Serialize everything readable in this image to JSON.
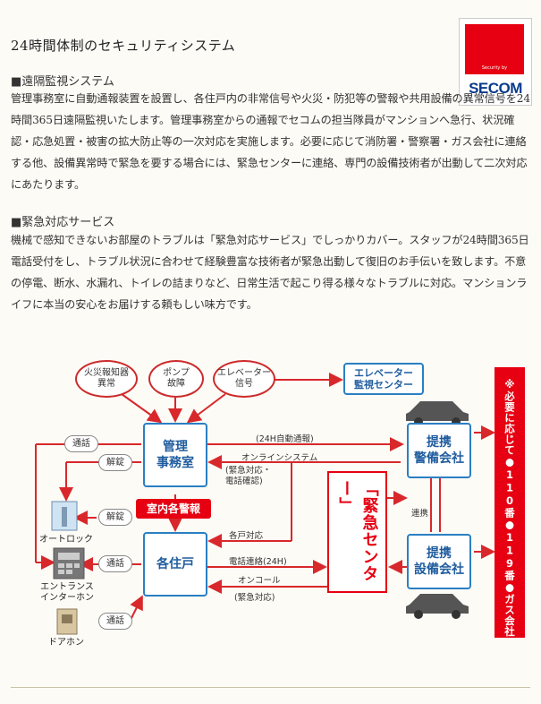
{
  "header": {
    "title": "24時間体制のセキュリティシステム",
    "logo_brand": "SECOM",
    "logo_tagline": "Security by"
  },
  "sections": [
    {
      "heading": "■遠隔監視システム",
      "body": "管理事務室に自動通報装置を設置し、各住戸内の非常信号や火災・防犯等の警報や共用設備の異常信号を24時間365日遠隔監視いたします。管理事務室からの通報でセコムの担当隊員がマンションへ急行、状況確認・応急処置・被害の拡大防止等の一次対応を実施します。必要に応じて消防署・警察署・ガス会社に連絡する他、設備異常時で緊急を要する場合には、緊急センターに連絡、専門の設備技術者が出動して二次対応にあたります。"
    },
    {
      "heading": "■緊急対応サービス",
      "body": "機械で感知できないお部屋のトラブルは「緊急対応サービス」でしっかりカバー。スタッフが24時間365日電話受付をし、トラブル状況に合わせて経験豊富な技術者が緊急出動して復旧のお手伝いを致します。不意の停電、断水、水漏れ、トイレの詰まりなど、日常生活で起こり得る様々なトラブルに対応。マンションライフに本当の安心をお届けする頼もしい味方です。"
    }
  ],
  "diagram": {
    "sources": [
      "火災報知器\n異常",
      "ポンプ\n故障",
      "エレベーター\n信号"
    ],
    "elevator_center": "エレベーター\n監視センター",
    "office": "管理\n事務室",
    "units": "各住戸",
    "security": "提携\n警備会社",
    "facility": "提携\n設備会社",
    "emergency_center": "「緊急センター」",
    "office_alarm": "室内各警報",
    "side_note": "※必要に応じて●110番●119番●ガス会社",
    "devices": {
      "autolock": "オートロック",
      "intercom": "エントランス\nインターホン",
      "doorphone": "ドアホン"
    },
    "labels": {
      "call": "通話",
      "unlock": "解錠",
      "auto_report": "(24H自動通報)",
      "online": "オンラインシステム",
      "emergency_confirm": "(緊急対応・\n電話確認)",
      "unit_response": "各戸対応",
      "phone_contact": "電話連絡(24H)",
      "on_call": "オンコール",
      "emergency_response": "(緊急対応)",
      "cooperation": "連携"
    }
  }
}
